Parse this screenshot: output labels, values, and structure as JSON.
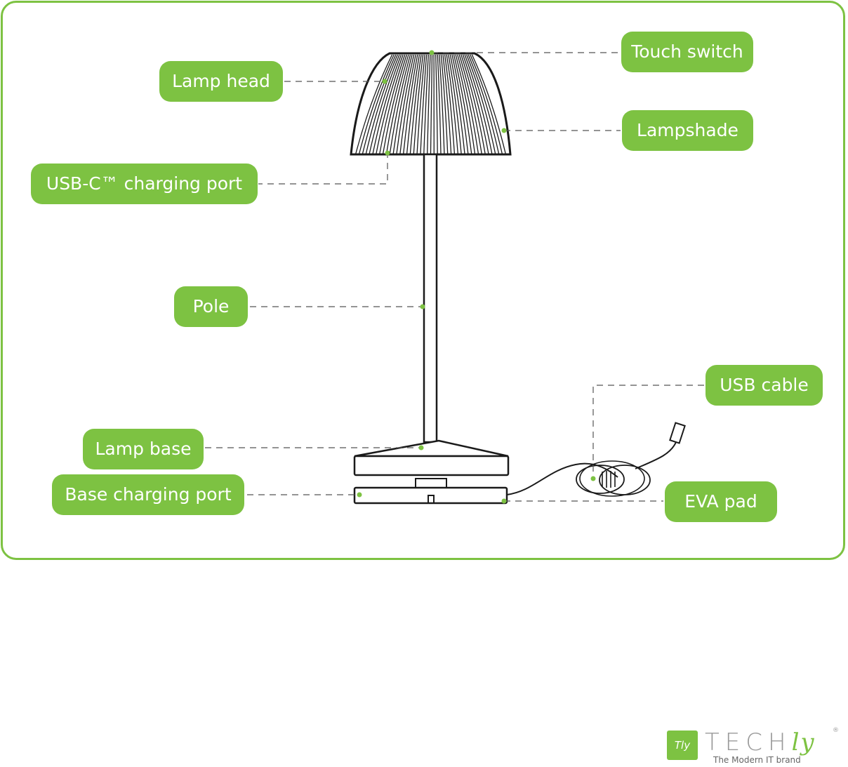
{
  "colors": {
    "accent": "#7dc242",
    "label_text": "#ffffff",
    "line_art": "#1a1a1a",
    "leader_line": "#555555"
  },
  "callouts": {
    "touch_switch": "Touch switch",
    "lamp_head": "Lamp head",
    "lampshade": "Lampshade",
    "usb_c_port": "USB-C™ charging port",
    "pole": "Pole",
    "usb_cable": "USB cable",
    "lamp_base": "Lamp base",
    "base_charging_port": "Base charging port",
    "eva_pad": "EVA pad"
  },
  "brand": {
    "mark": "Tly",
    "word_main": "TECH",
    "word_tail": "ly",
    "registered": "®",
    "tagline": "The Modern IT brand"
  }
}
